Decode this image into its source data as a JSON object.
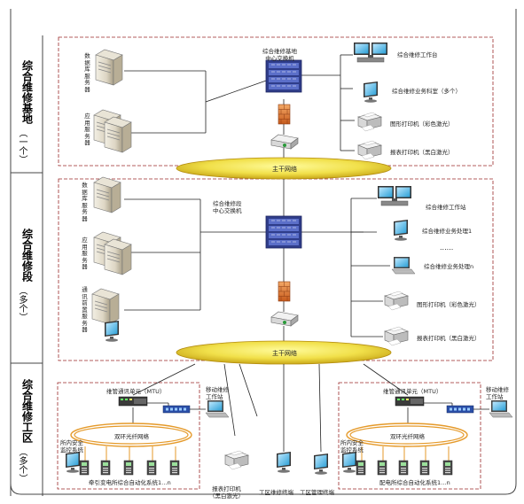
{
  "tiers": [
    {
      "title": "综合维修基地",
      "sub": "（一个）"
    },
    {
      "title": "综合维修段",
      "sub": "（多个）"
    },
    {
      "title": "综合维修工区",
      "sub": "（多个）"
    }
  ],
  "base": {
    "db_server": "数据库服务器",
    "app_server": "应用服务器",
    "switch": "综合维修基地\n中心交换机",
    "workstation": "综合维修工作台",
    "business_pc": "综合维修业务科室（多个）",
    "graphic_printer": "图形打印机（彩色激光）",
    "report_printer": "报表打印机（黑白激光）"
  },
  "backbone": "主干网络",
  "depot": {
    "db_server": "数据库服务器",
    "app_server": "应用服务器",
    "comm_server": "通讯前置服务器",
    "switch": "综合维修段\n中心交换机",
    "workstation": "综合维修工作站",
    "business_1": "综合维修业务处理1",
    "ellipsis": "......",
    "business_n": "综合维修业务处理n",
    "graphic_printer": "图形打印机（彩色激光）",
    "report_printer": "报表打印机（黑白激光）"
  },
  "workarea": {
    "left": {
      "mtu": "维管通讯单元（MTU）",
      "mobile": "移动维修\n工作站",
      "ring": "双环光纤网络",
      "monitor": "所内安全\n监控系统",
      "bottom": "牵引变电所综合自动化系统1…n"
    },
    "right": {
      "mtu": "维管通讯单元（MTU）",
      "mobile": "移动维修\n工作站",
      "ring": "双环光纤网络",
      "monitor": "所内安全\n监控系统",
      "bottom": "配电所综合自动化系统1…n"
    },
    "report_printer": "报表打印机\n（黑白激光）",
    "terminal_1": "工区维修终端",
    "terminal_2": "工区管理终端"
  }
}
